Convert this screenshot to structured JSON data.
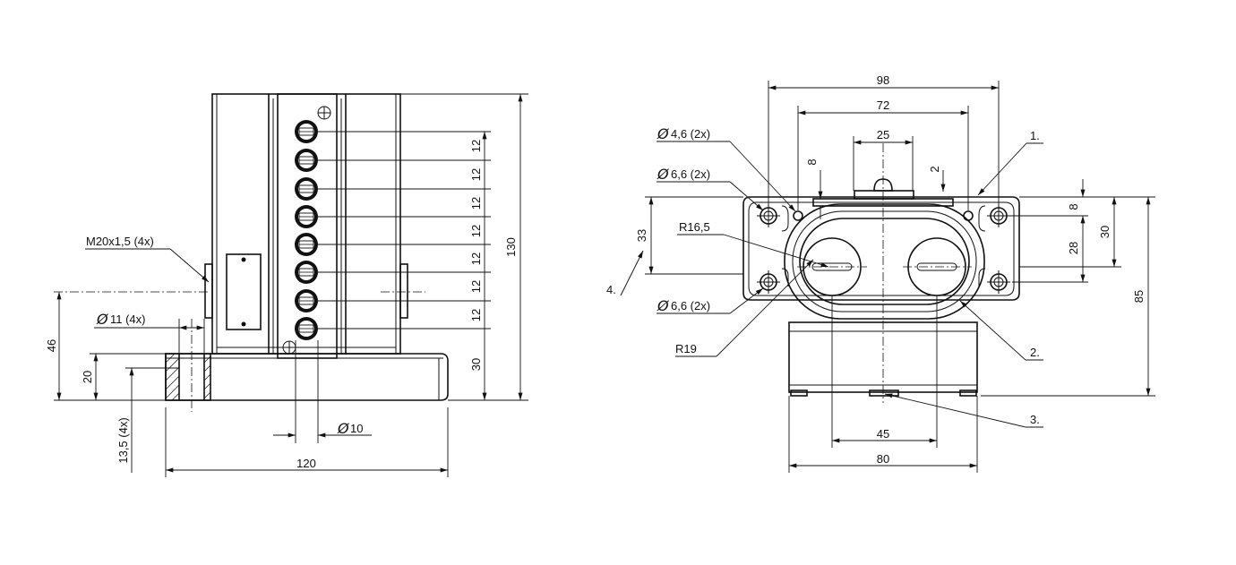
{
  "side_view": {
    "dim_height_total": "130",
    "dim_pitch": "12",
    "dim_base_height": "30",
    "dim_mount_46": "46",
    "dim_mount_20": "20",
    "dim_13_5": "13,5 (4x)",
    "dim_width_120": "120",
    "dim_dia_10": "10",
    "dim_dia_11": "11 (4x)",
    "thread_label": "M20x1,5 (4x)",
    "diameter_symbol": "Ø"
  },
  "front_view": {
    "dim_98": "98",
    "dim_72": "72",
    "dim_25": "25",
    "dim_8_top": "8",
    "dim_2": "2",
    "dim_8_right": "8",
    "dim_28": "28",
    "dim_30": "30",
    "dim_85": "85",
    "dim_33": "33",
    "dim_45": "45",
    "dim_80": "80",
    "dia_4_6": "4,6 (2x)",
    "dia_6_6_a": "6,6 (2x)",
    "dia_6_6_b": "6,6 (2x)",
    "r16_5": "R16,5",
    "r19": "R19",
    "callout_1": "1.",
    "callout_2": "2.",
    "callout_3": "3.",
    "callout_4": "4.",
    "diameter_symbol": "Ø"
  }
}
